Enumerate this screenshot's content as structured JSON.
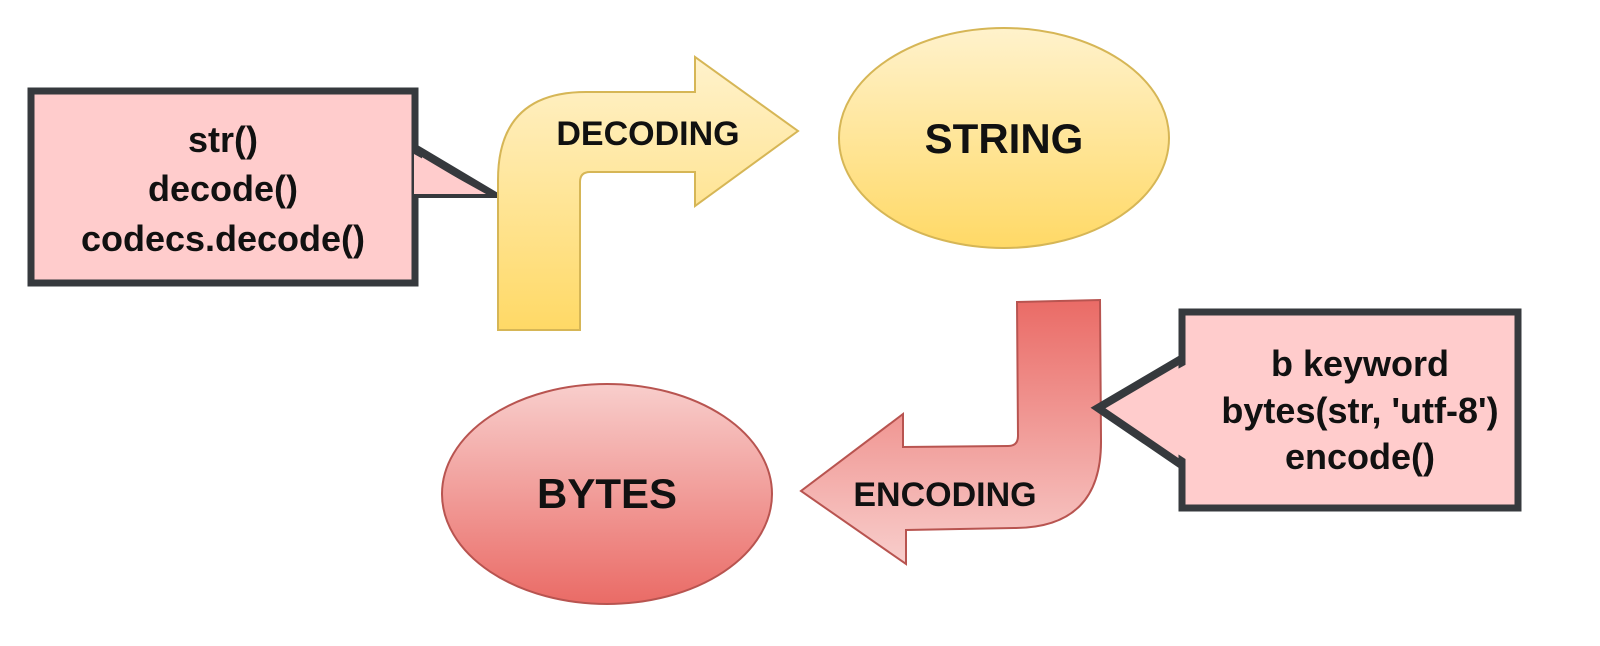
{
  "decoding_callout": {
    "lines": [
      "str()",
      "decode()",
      "codecs.decode()"
    ],
    "fill": "#ffcccc",
    "border": "#36393d"
  },
  "decoding_arrow": {
    "label": "DECODING",
    "fill_top": "#fff2cc",
    "fill_bottom": "#ffd966",
    "stroke": "#d6b656"
  },
  "string_node": {
    "label": "STRING",
    "fill_top": "#fff2cc",
    "fill_bottom": "#ffd966",
    "stroke": "#d6b656"
  },
  "encoding_arrow": {
    "label": "ENCODING",
    "fill_top": "#ea6b66",
    "fill_bottom": "#f8cecc",
    "stroke": "#b85450"
  },
  "bytes_node": {
    "label": "BYTES",
    "fill_top": "#f8cecc",
    "fill_bottom": "#ea6b66",
    "stroke": "#b85450"
  },
  "encoding_callout": {
    "lines": [
      "b keyword",
      "bytes(str, 'utf-8')",
      "encode()"
    ],
    "fill": "#ffcccc",
    "border": "#36393d"
  }
}
